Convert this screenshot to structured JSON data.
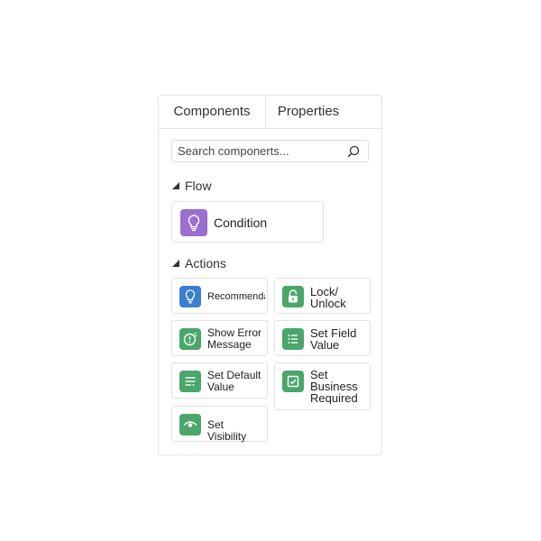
{
  "tabs": {
    "components_label": "Components",
    "properties_label": "Properties"
  },
  "search": {
    "placeholder": "Search componerts..."
  },
  "sections": {
    "flow_label": "Flow",
    "actions_label": "Actions"
  },
  "flow_items": [
    {
      "label": "Condition",
      "icon": "lightbulb-icon",
      "color": "#9a6fcf"
    }
  ],
  "action_items": [
    {
      "label": "Recommenda",
      "icon": "lightbulb-icon",
      "color": "#3b7fd0"
    },
    {
      "label": "Lock/\nUnlock",
      "icon": "lock-icon",
      "color": "#4aa66a"
    },
    {
      "label": "Show Error\nMessage",
      "icon": "error-icon",
      "color": "#4aa66a"
    },
    {
      "label": "Set Field\nValue",
      "icon": "list-icon",
      "color": "#4aa66a"
    },
    {
      "label": "Set Default\nValue",
      "icon": "list-default-icon",
      "color": "#4aa66a"
    },
    {
      "label": "Set\nBusiness\nRequired",
      "icon": "checkbox-icon",
      "color": "#4aa66a"
    },
    {
      "label": "Set Visibility",
      "icon": "eye-icon",
      "color": "#4aa66a"
    }
  ]
}
